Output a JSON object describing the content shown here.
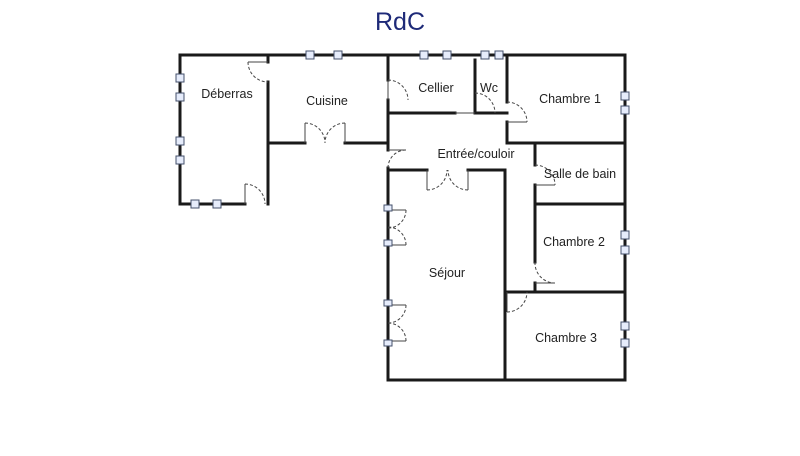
{
  "plan": {
    "title": "RdC",
    "colors": {
      "title": "#1e2a78",
      "wall": "#1a1a1a",
      "window": "#e6ecfb"
    },
    "rooms": [
      {
        "key": "deberras",
        "label": "Déberras"
      },
      {
        "key": "cuisine",
        "label": "Cuisine"
      },
      {
        "key": "cellier",
        "label": "Cellier"
      },
      {
        "key": "wc",
        "label": "Wc"
      },
      {
        "key": "chambre1",
        "label": "Chambre 1"
      },
      {
        "key": "entree",
        "label": "Entrée/couloir"
      },
      {
        "key": "sdb",
        "label": "Salle de bain"
      },
      {
        "key": "chambre2",
        "label": "Chambre 2"
      },
      {
        "key": "sejour",
        "label": "Séjour"
      },
      {
        "key": "chambre3",
        "label": "Chambre 3"
      }
    ]
  }
}
